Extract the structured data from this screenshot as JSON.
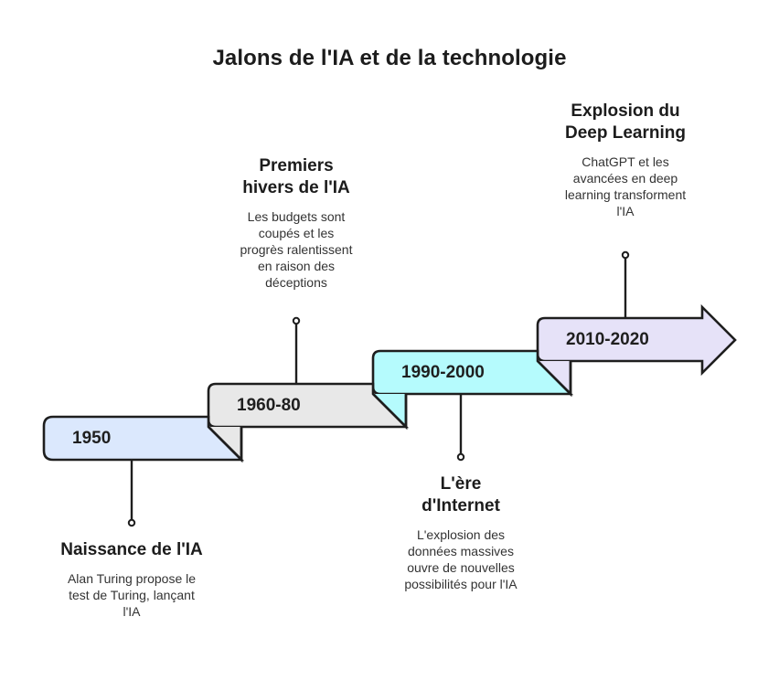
{
  "title": "Jalons de l'IA et de la technologie",
  "colors": {
    "stroke": "#1e1e1e",
    "step1_fill": "#dbe8fd",
    "step2_fill": "#e8e8e8",
    "step3_fill": "#b5fbfd",
    "step4_fill": "#e6e2f8",
    "background": "#ffffff"
  },
  "steps": [
    {
      "period": "1950",
      "heading": "Naissance de l'IA",
      "description": "Alan Turing propose le test de Turing, lançant l'IA",
      "position": "below"
    },
    {
      "period": "1960-80",
      "heading": "Premiers hivers de l'IA",
      "description": "Les budgets sont coupés et les progrès ralentissent en raison des déceptions",
      "position": "above"
    },
    {
      "period": "1990-2000",
      "heading": "L'ère d'Internet",
      "description": "L'explosion des données massives ouvre de nouvelles possibilités pour l'IA",
      "position": "below"
    },
    {
      "period": "2010-2020",
      "heading": "Explosion du Deep Learning",
      "description": "ChatGPT et les avancées en deep learning transforment l'IA",
      "position": "above"
    }
  ]
}
